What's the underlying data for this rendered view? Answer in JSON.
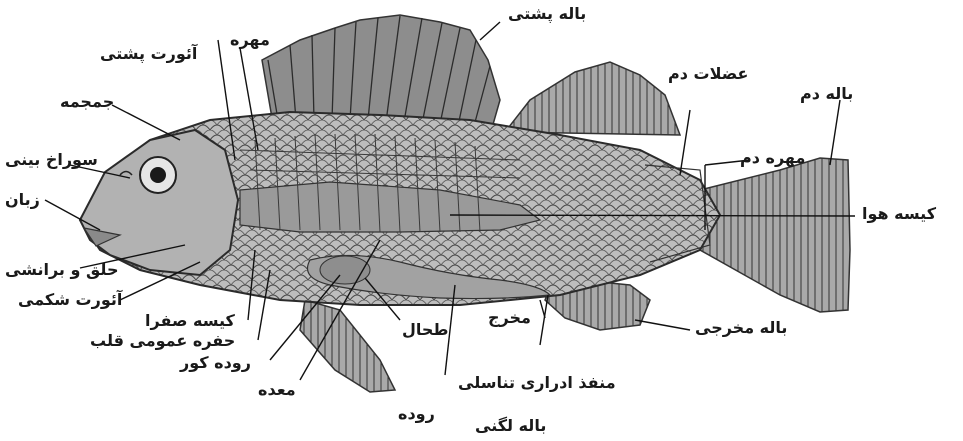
{
  "labels": {
    "dorsal_fin": "باله پشتی",
    "vertebra": "مهره",
    "dorsal_aorta": "آئورت پشتی",
    "skull": "جمجمه",
    "nostril": "سوراخ بینی",
    "tongue": "زبان",
    "pharynx_gills": "حلق و برانشی",
    "ventral_aorta": "آئورت شکمی",
    "gall_bladder": "کیسه صفرا",
    "heart_cavity": "حفره عمومی قلب",
    "pyloric_caeca": "روده کور",
    "stomach": "معده",
    "spleen": "طحال",
    "intestine": "روده",
    "pelvic_fin": "باله لگنی",
    "urogenital_opening": "منفذ ادراری تناسلی",
    "anus": "مخرج",
    "anal_fin": "باله مخرجی",
    "swim_bladder": "کیسه هوا",
    "tail_muscles": "عضلات دم",
    "tail_vertebra": "مهره دم",
    "tail_fin": "باله دم"
  }
}
